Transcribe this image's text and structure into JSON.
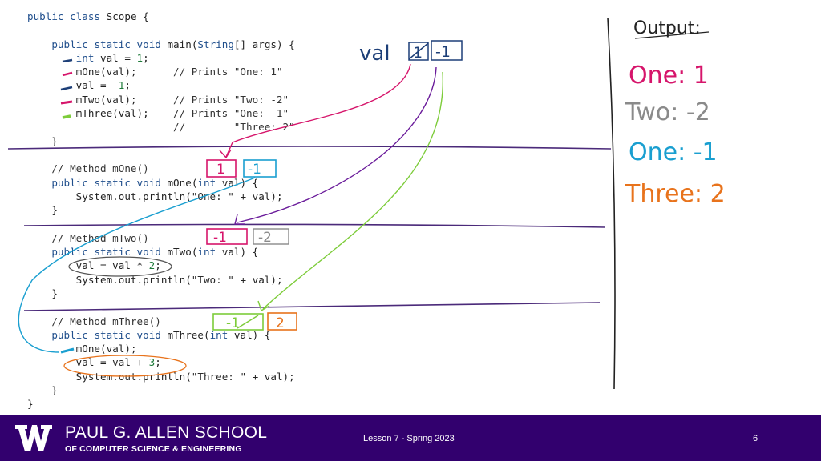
{
  "code": {
    "lines": [
      "public class Scope {",
      "",
      "    public static void main(String[] args) {",
      "        int val = 1;",
      "        mOne(val);      // Prints \"One: 1\"",
      "        val = -1;",
      "        mTwo(val);      // Prints \"Two: -2\"",
      "        mThree(val);    // Prints \"One: -1\"",
      "                        //        \"Three: 2\"",
      "    }",
      "",
      "    // Method mOne()",
      "    public static void mOne(int val) {",
      "        System.out.println(\"One: \" + val);",
      "    }",
      "",
      "    // Method mTwo()",
      "    public static void mTwo(int val) {",
      "        val = val * 2;",
      "        System.out.println(\"Two: \" + val);",
      "    }",
      "",
      "    // Method mThree()",
      "    public static void mThree(int val) {",
      "        mOne(val);",
      "        val = val + 3;",
      "        System.out.println(\"Three: \" + val);",
      "    }",
      "}"
    ]
  },
  "annotations": {
    "val_label": "val",
    "val_old": "1",
    "val_new": "-1",
    "mone_box1": "1",
    "mone_box2": "-1",
    "mtwo_box1": "-1",
    "mtwo_box2": "-2",
    "mthree_box1": "-1",
    "mthree_box2": "2",
    "output_title": "Output:",
    "output_lines": [
      "One: 1",
      "Two: -2",
      "One: -1",
      "Three: 2"
    ]
  },
  "colors": {
    "pink": "#d6156b",
    "cyan": "#1a9fd0",
    "gray": "#8a8a8a",
    "orange": "#e8731c",
    "green": "#7dcc3a",
    "navy": "#1d3f78",
    "purple_line": "#4b2a7a",
    "footer_bg": "#32006e"
  },
  "footer": {
    "school_line1": "PAUL G. ALLEN SCHOOL",
    "school_line2": "OF COMPUTER SCIENCE & ENGINEERING",
    "lesson": "Lesson 7 - Spring 2023",
    "page": "6"
  }
}
